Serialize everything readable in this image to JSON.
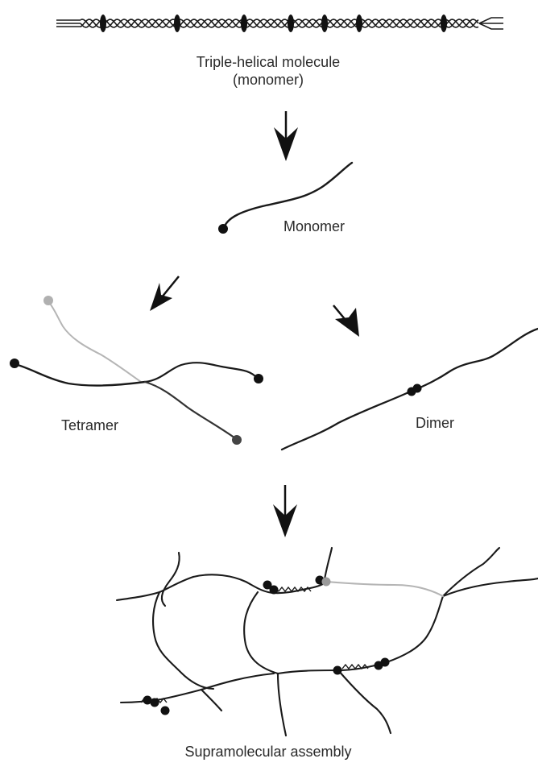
{
  "labels": {
    "triple_helical_line1": "Triple-helical molecule",
    "triple_helical_line2": "(monomer)",
    "monomer": "Monomer",
    "tetramer": "Tetramer",
    "dimer": "Dimer",
    "supramolecular": "Supramolecular assembly"
  },
  "colors": {
    "strand": "#1a1a1a",
    "strand_light": "#b5b5b5",
    "node": "#111111",
    "node_light": "#9a9a9a",
    "text": "#2a2a2a"
  }
}
